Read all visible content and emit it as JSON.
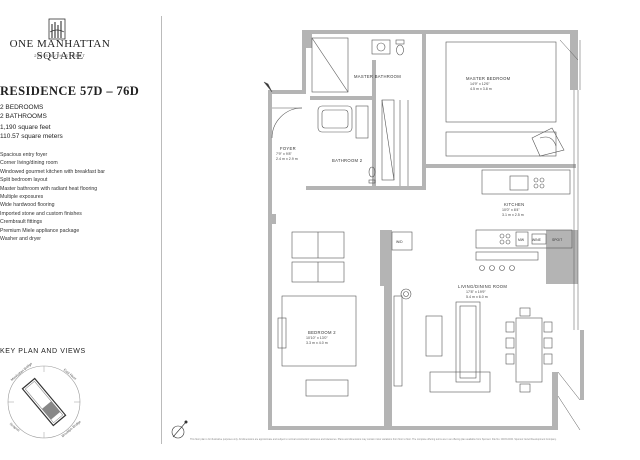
{
  "brand": {
    "name": "ONE MANHATTAN SQUARE",
    "address": "252 SOUTH STREET"
  },
  "residence": {
    "title": "RESIDENCE 57D – 76D",
    "bedrooms": "2 BEDROOMS",
    "bathrooms": "2 BATHROOMS",
    "square_feet": "1,190 square feet",
    "square_meters": "110.57 square meters"
  },
  "features": [
    "Spacious entry foyer",
    "Corner living/dining room",
    "Windowed gourmet kitchen with breakfast bar",
    "Split bedroom layout",
    "Master bathroom with radiant heat flooring",
    "Multiple exposures",
    "Wide hardwood flooring",
    "Imported stone and custom finishes",
    "Crembrault fittings",
    "Premium Miele appliance package",
    "Washer and dryer"
  ],
  "plan_section": {
    "title": "KEY PLAN AND VIEWS",
    "view_labels": [
      "Manhattan Bridge",
      "East River",
      "Brooklyn Bridge",
      "Seaport"
    ]
  },
  "rooms": {
    "master_bathroom": "MASTER BATHROOM",
    "master_bedroom": {
      "label": "MASTER BEDROOM",
      "dim_ft": "14'9\" x 12'6\"",
      "dim_m": "4.5 m x 3.8 m"
    },
    "foyer": {
      "label": "FOYER",
      "dim_ft": "7'9\" x 9'8\"",
      "dim_m": "2.4 m x 2.9 m"
    },
    "bathroom2": "BATHROOM 2",
    "kitchen": {
      "label": "KITCHEN",
      "dim_ft": "10'0\" x 8'4\"",
      "dim_m": "3.1 m x 2.5 m"
    },
    "bedroom2": {
      "label": "BEDROOM 2",
      "dim_ft": "10'10\" x 13'0\"",
      "dim_m": "3.3 m x 4.0 m"
    },
    "living_dining": {
      "label": "LIVING/DINING ROOM",
      "dim_ft": "17'8\" x 19'9\"",
      "dim_m": "5.4 m x 6.0 m"
    }
  },
  "appliances": {
    "wd": "W/D",
    "wine": "WINE",
    "mw": "MW",
    "spo": "SPO/T"
  },
  "footnote": "This floor plan is for illustrative purposes only. All dimensions are approximate and subject to normal construction variances and tolerances. Plans and dimensions may contain minor variations from floor to floor. The complete offering terms are in an offering plan available from Sponsor. File No. CD15-0034. Sponsor: Extell Development Company."
}
